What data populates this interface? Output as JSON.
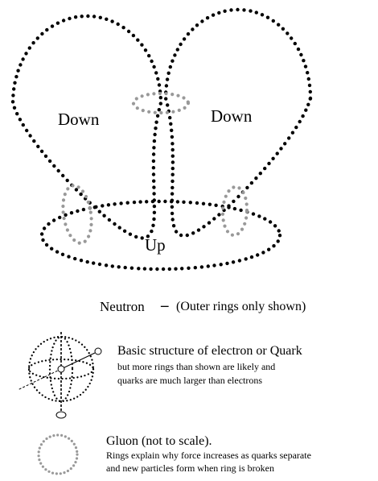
{
  "diagram": {
    "quarks": {
      "left": "Down",
      "right": "Down",
      "bottom": "Up"
    },
    "caption": {
      "title": "Neutron",
      "dash": "–",
      "note": "(Outer rings only shown)"
    },
    "legend": {
      "electron": {
        "heading": "Basic structure of electron or Quark",
        "lines": [
          "but more rings than shown are likely and",
          "quarks are much larger than electrons"
        ]
      },
      "gluon": {
        "heading": "Gluon (not to scale).",
        "lines": [
          "Rings explain why force increases as quarks separate",
          "and new particles form when ring is broken"
        ]
      }
    },
    "colors": {
      "quark_ring": "#000000",
      "gluon_ring": "#999999",
      "background": "#ffffff"
    }
  }
}
